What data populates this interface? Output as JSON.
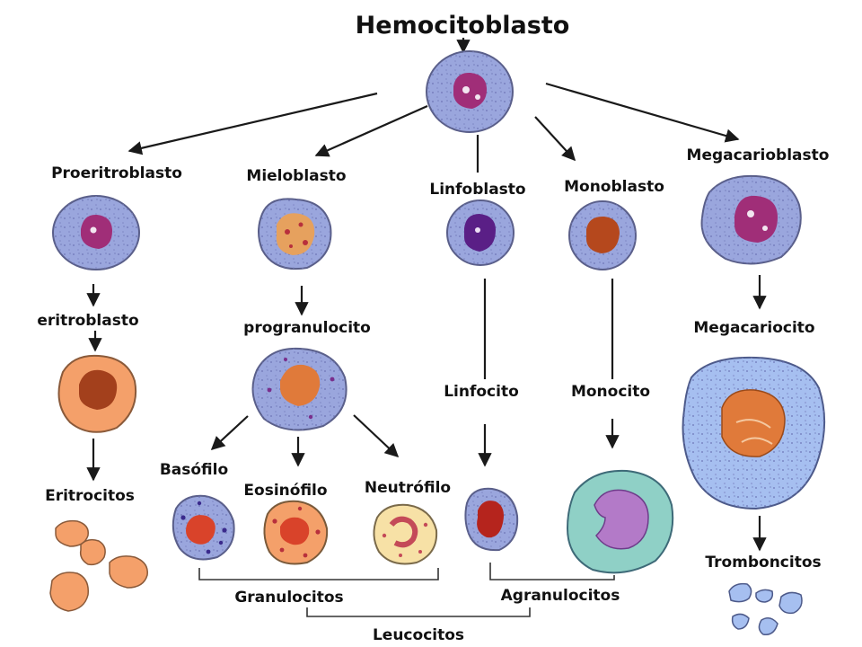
{
  "title": "Hemocitoblasto",
  "labels": {
    "proeritroblasto": "Proeritroblasto",
    "mieloblasto": "Mieloblasto",
    "linfoblasto": "Linfoblasto",
    "monoblasto": "Monoblasto",
    "megacarioblasto": "Megacarioblasto",
    "eritroblasto": "eritroblasto",
    "progranulocito": "progranulocito",
    "linfocito": "Linfocito",
    "monocito": "Monocito",
    "megacariocito": "Megacariocito",
    "eritrocitos": "Eritrocitos",
    "basofilo": "Basófilo",
    "eosinofilo": "Eosinófilo",
    "neutrofilo": "Neutrófilo",
    "tromboncitos": "Tromboncitos",
    "granulocitos": "Granulocitos",
    "agranulocitos": "Agranulocitos",
    "leucocitos": "Leucocitos"
  },
  "colors": {
    "blast_cytoplasm": "#9aa6dd",
    "blast_border": "#5a5f8a",
    "blast_nucleus": "#a02e78",
    "erythro": "#f4a06a",
    "erythro_nucleus": "#a3401c",
    "agranular_cyto": "#8fd0c6",
    "mono_nucleus": "#b37ac8",
    "platelet": "#a6bff0"
  }
}
